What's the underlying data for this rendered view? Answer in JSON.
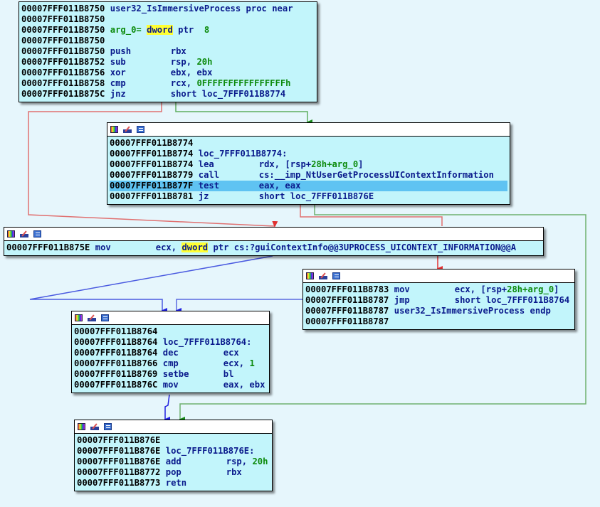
{
  "colors": {
    "background": "#e6f6fc",
    "node_fill": "#c2f5fb",
    "selected_line": "#5fc3f2",
    "highlight": "#ffff33",
    "edge_true": "#1a8a1a",
    "edge_false": "#e03030",
    "edge_uncond": "#2020e0"
  },
  "header_icons": [
    "graph-colors-icon",
    "edit-node-icon",
    "listing-icon"
  ],
  "nodes": {
    "n1": {
      "lines": [
        {
          "addr": "00007FFF011B8750",
          "label": "user32_IsImmersiveProcess proc near"
        },
        {
          "addr": "00007FFF011B8750"
        },
        {
          "addr": "00007FFF011B8750",
          "arg_name": "arg_0=",
          "hl": "dword",
          "rest": " ptr  ",
          "num": "8"
        },
        {
          "addr": "00007FFF011B8750"
        },
        {
          "addr": "00007FFF011B8750",
          "mn": "push",
          "op": "rbx"
        },
        {
          "addr": "00007FFF011B8752",
          "mn": "sub",
          "op": "rsp, ",
          "num": "20h"
        },
        {
          "addr": "00007FFF011B8756",
          "mn": "xor",
          "op": "ebx, ebx"
        },
        {
          "addr": "00007FFF011B8758",
          "mn": "cmp",
          "op": "rcx, ",
          "num": "0FFFFFFFFFFFFFFFFh"
        },
        {
          "addr": "00007FFF011B875C",
          "mn": "jnz",
          "op": "short loc_7FFF011B8774"
        }
      ]
    },
    "n2": {
      "lines": [
        {
          "addr": "00007FFF011B8774"
        },
        {
          "addr": "00007FFF011B8774",
          "label": "loc_7FFF011B8774:"
        },
        {
          "addr": "00007FFF011B8774",
          "mn": "lea",
          "op": "rdx, [rsp+",
          "num": "28h+arg_0",
          "op2": "]"
        },
        {
          "addr": "00007FFF011B8779",
          "mn": "call",
          "op": "cs:__imp_NtUserGetProcessUIContextInformation"
        },
        {
          "addr": "00007FFF011B877F",
          "mn": "test",
          "op": "eax, eax",
          "selected": true
        },
        {
          "addr": "00007FFF011B8781",
          "mn": "jz",
          "op": "short loc_7FFF011B876E"
        }
      ]
    },
    "n3": {
      "lines": [
        {
          "addr": "00007FFF011B875E",
          "mn": "mov",
          "op": "ecx, ",
          "hl": "dword",
          "op2": " ptr cs:?guiContextInfo@@3UPROCESS_UICONTEXT_INFORMATION@@A"
        }
      ]
    },
    "n4": {
      "lines": [
        {
          "addr": "00007FFF011B8783",
          "mn": "mov",
          "op": "ecx, [rsp+",
          "num": "28h+arg_0",
          "op2": "]"
        },
        {
          "addr": "00007FFF011B8787",
          "mn": "jmp",
          "op": "short loc_7FFF011B8764"
        },
        {
          "addr": "00007FFF011B8787",
          "label": "user32_IsImmersiveProcess endp"
        },
        {
          "addr": "00007FFF011B8787"
        }
      ]
    },
    "n5": {
      "lines": [
        {
          "addr": "00007FFF011B8764"
        },
        {
          "addr": "00007FFF011B8764",
          "label": "loc_7FFF011B8764:"
        },
        {
          "addr": "00007FFF011B8764",
          "mn": "dec",
          "op": "ecx"
        },
        {
          "addr": "00007FFF011B8766",
          "mn": "cmp",
          "op": "ecx, ",
          "num": "1"
        },
        {
          "addr": "00007FFF011B8769",
          "mn": "setbe",
          "op": "bl"
        },
        {
          "addr": "00007FFF011B876C",
          "mn": "mov",
          "op": "eax, ebx"
        }
      ]
    },
    "n6": {
      "lines": [
        {
          "addr": "00007FFF011B876E"
        },
        {
          "addr": "00007FFF011B876E",
          "label": "loc_7FFF011B876E:"
        },
        {
          "addr": "00007FFF011B876E",
          "mn": "add",
          "op": "rsp, ",
          "num": "20h"
        },
        {
          "addr": "00007FFF011B8772",
          "mn": "pop",
          "op": "rbx"
        },
        {
          "addr": "00007FFF011B8773",
          "mn": "retn"
        }
      ]
    }
  }
}
